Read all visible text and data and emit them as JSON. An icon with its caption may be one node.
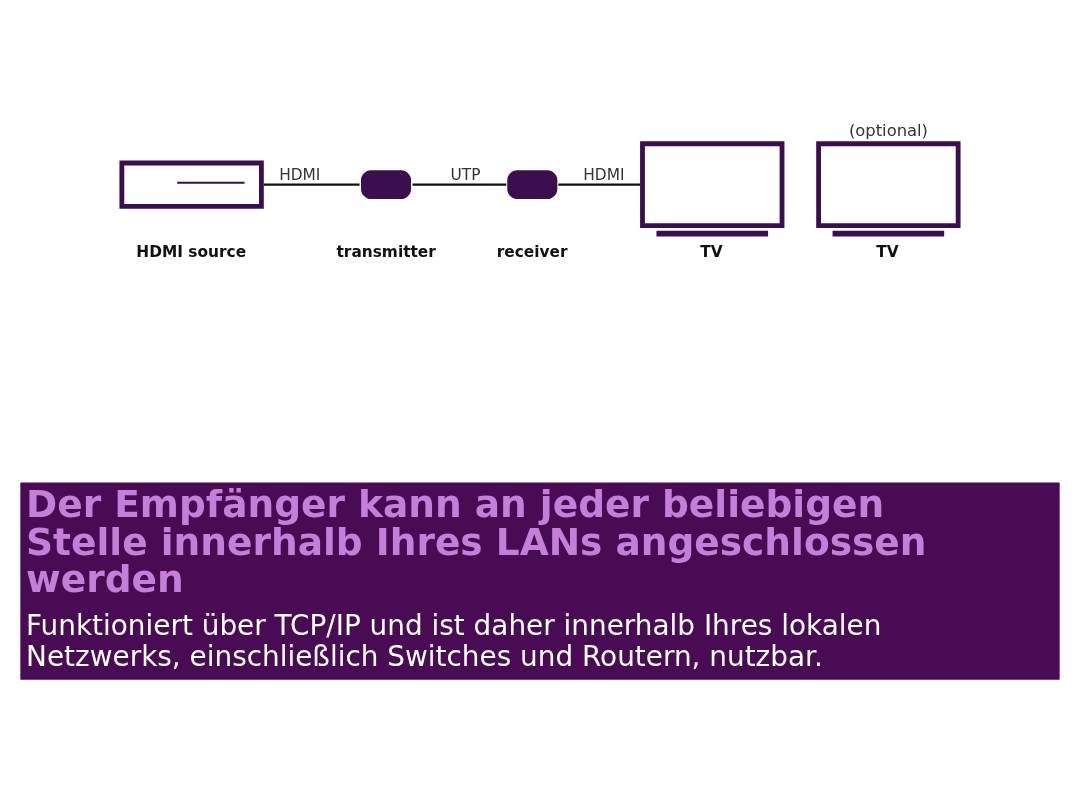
{
  "diagram": {
    "title": "Der Empfänger kann an jeder beliebigen Stelle innerhalb Ihres LANs angeschlossen werden",
    "caption": "Funktioniert über TCP/IP und ist daher innerhalb Ihres lokalen Netzwerks, einschließlich Switches und Routern, nutzbar.",
    "nodes": [
      {
        "text": [
          "HDMI source"
        ]
      },
      {
        "text": [
          "transmitter"
        ]
      },
      {
        "text": [
          "receiver"
        ]
      },
      {
        "text": [
          "TV"
        ]
      },
      {
        "text": [
          "TV"
        ],
        "beside": [
          "(optional)"
        ]
      }
    ],
    "edges": [
      {
        "from": 0,
        "to": 1,
        "arrow": "none",
        "label": "HDMI"
      },
      {
        "from": 1,
        "to": 2,
        "arrow": "none",
        "label": "UTP"
      },
      {
        "from": 2,
        "to": 3,
        "arrow": "none",
        "label": "HDMI"
      }
    ]
  }
}
